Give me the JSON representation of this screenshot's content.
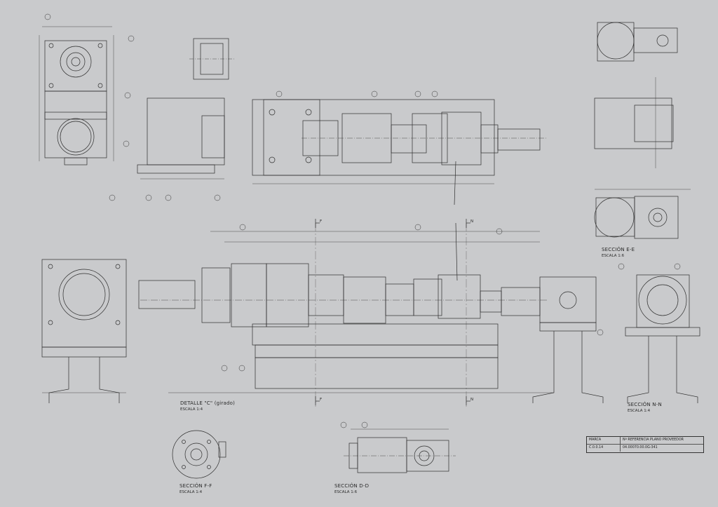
{
  "drawing": {
    "views": [
      {
        "id": "detalle_c",
        "title": "DETALLE \"C\" (girado)",
        "scale": "ESCALA 1:4"
      },
      {
        "id": "seccion_f",
        "title": "SECCIÓN F-F",
        "scale": "ESCALA 1:4"
      },
      {
        "id": "seccion_d",
        "title": "SECCIÓN D-D",
        "scale": "ESCALA 1:6"
      },
      {
        "id": "seccion_e",
        "title": "SECCIÓN E-E",
        "scale": "ESCALA 1:6"
      },
      {
        "id": "seccion_n",
        "title": "SECCIÓN N-N",
        "scale": "ESCALA 1:4"
      }
    ],
    "section_marks": {
      "f": "F",
      "n": "N"
    },
    "ref_table": {
      "header_left": "MARCA",
      "header_right": "Nº REFERENCIA PLANO PROVEEDOR",
      "row_left": "C.0.0.14",
      "row_right": "04.00070.00.0G-341"
    }
  }
}
